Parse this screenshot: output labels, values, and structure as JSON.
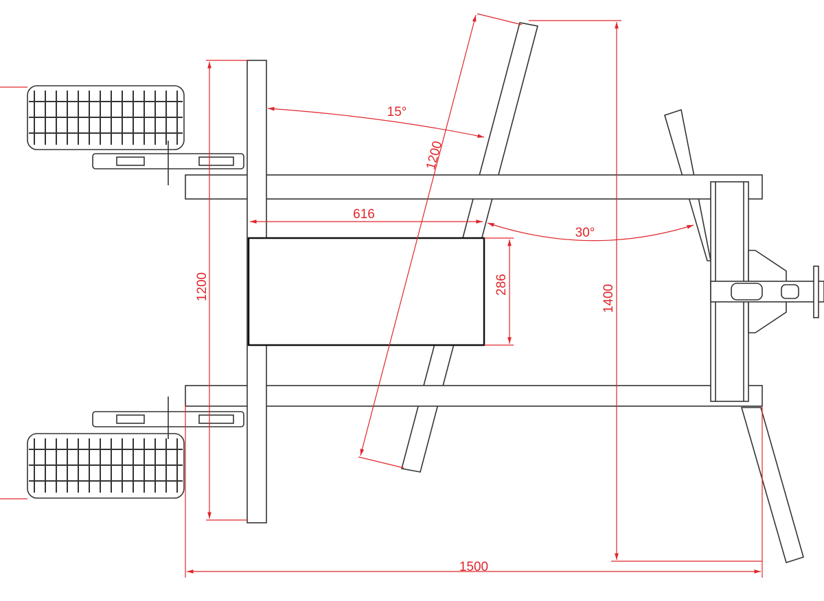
{
  "dimensions": {
    "angle_upper": "15°",
    "diagonal_length": "1200",
    "box_width": "616",
    "angle_lower": "30°",
    "box_height": "286",
    "frame_width": "1200",
    "overall_height": "1400",
    "overall_length": "1500"
  },
  "colors": {
    "dimension": "#e0262b",
    "outline": "#333333"
  }
}
